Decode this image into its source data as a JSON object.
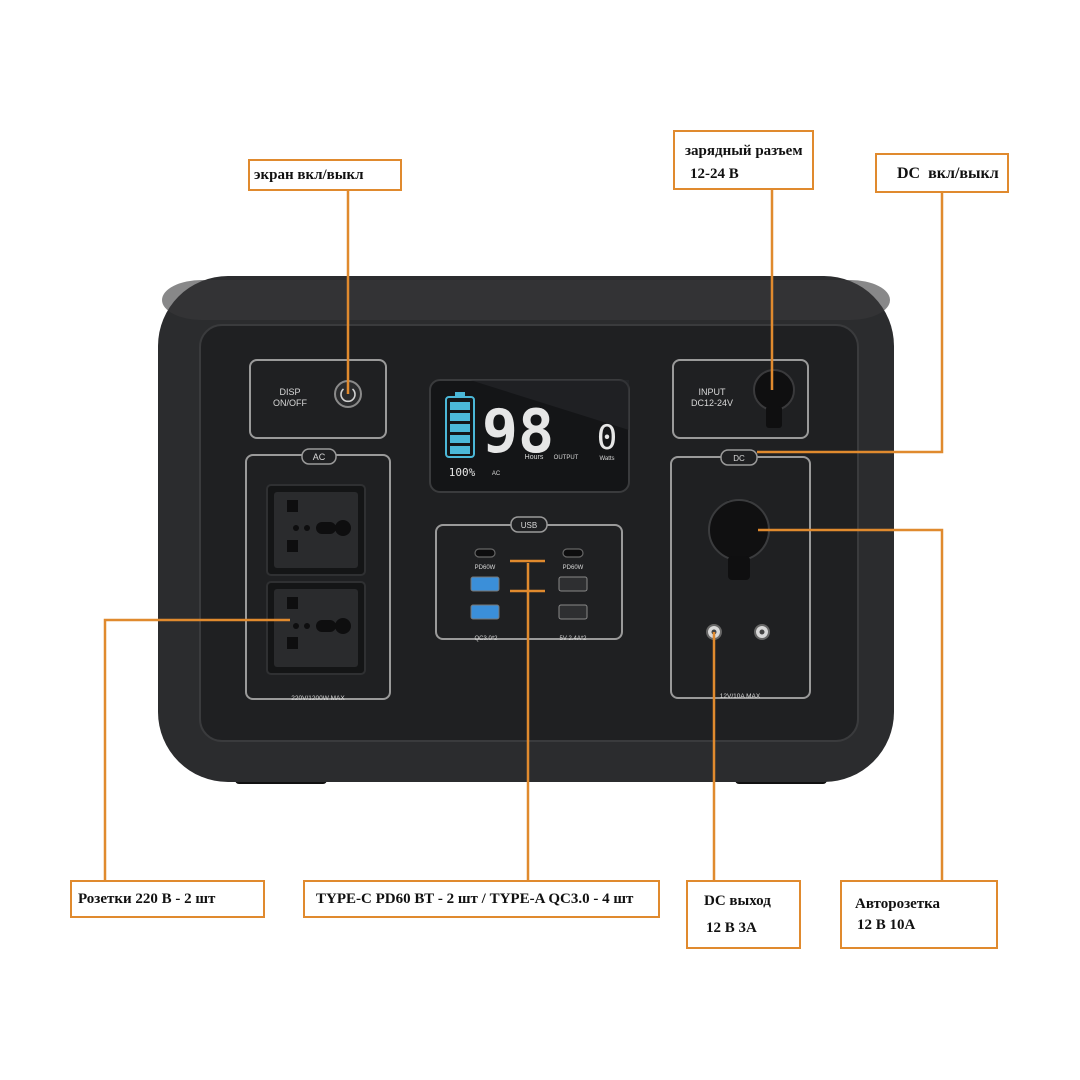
{
  "callouts": {
    "display_toggle": "экран вкл/выкл",
    "charge_port": {
      "line1": "зарядный разъем",
      "line2": "12-24 В"
    },
    "dc_toggle": "DC  вкл/выкл",
    "ac_outlets": "Розетки 220 В - 2 шт",
    "usb_ports": "TYPE-C PD60 ВТ - 2 шт / TYPE-A QC3.0 - 4 шт",
    "dc_out": {
      "line1": "DC выход",
      "line2": "12 В 3А"
    },
    "car_socket": {
      "line1": "Авторозетка",
      "line2": "12 В 10А"
    }
  },
  "device": {
    "disp_label_1": "DISP",
    "disp_label_2": "ON/OFF",
    "input_label_1": "INPUT",
    "input_label_2": "DC12-24V",
    "ac_tag": "AC",
    "ac_rating": "220V/1200W MAX",
    "usb_tag": "USB",
    "pd_left": "PD60W",
    "pd_right": "PD60W",
    "qc_label": "QC3.0*2",
    "usb5v_label": "5V 2.4A*2",
    "dc_tag": "DC",
    "dc_rating": "12V/10A MAX",
    "lcd": {
      "hours_value": "98",
      "hours_unit": "Hours",
      "output_label": "OUTPUT",
      "watts_value": "0",
      "watts_unit": "Watts",
      "battery_percent": "100%",
      "ac_indicator": "AC"
    }
  },
  "colors": {
    "accent": "#e08a2e",
    "body": "#2b2c2e",
    "panel": "#1f2022",
    "usb_blue": "#3b8fd9"
  }
}
